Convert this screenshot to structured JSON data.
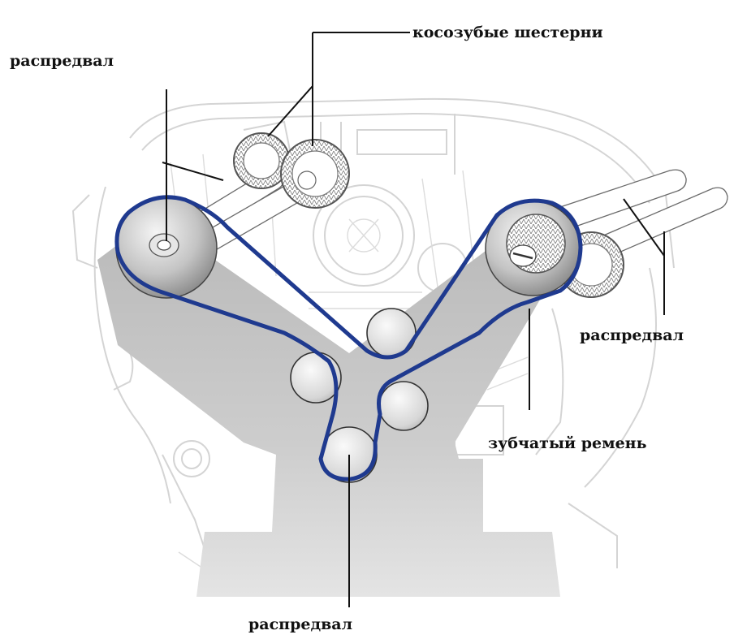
{
  "labels": {
    "helical_gears": "косозубые шестерни",
    "camshaft_top_left": "распредвал",
    "camshaft_right": "распредвал",
    "toothed_belt": "зубчатый ремень",
    "camshaft_bottom": "распредвал"
  },
  "colors": {
    "belt": "#1f3a8f",
    "block": "#c9c9c9",
    "background_sketch": "#d6d6d6",
    "pulley_light": "#f2f2f2",
    "pulley_dark": "#8c8c8c",
    "leader": "#111111"
  }
}
